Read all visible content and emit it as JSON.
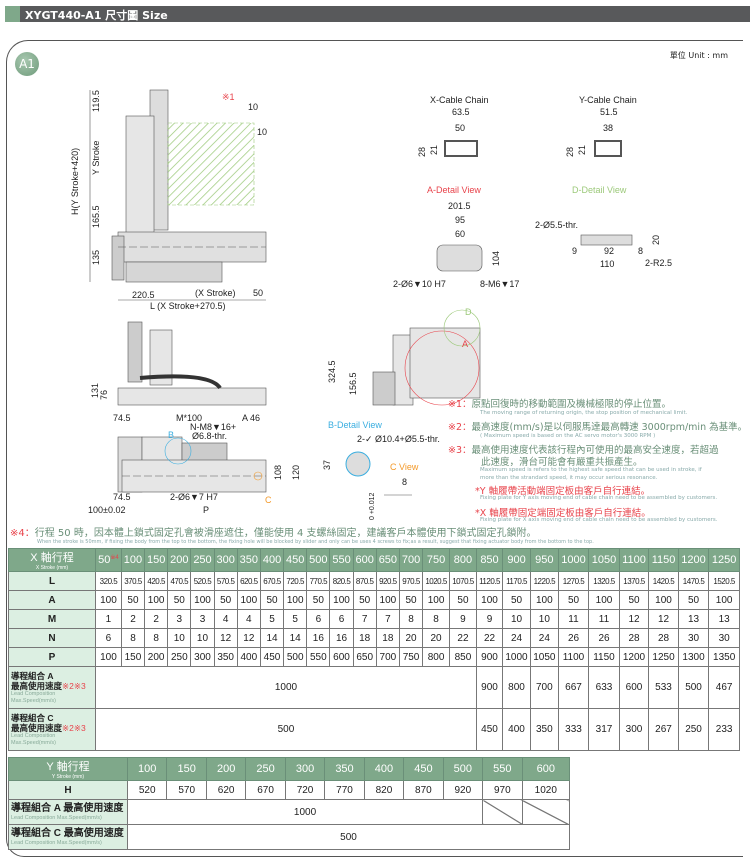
{
  "header": {
    "title": "XYGT440-A1 尺寸圖 Size"
  },
  "badge": "A1",
  "unit": "單位 Unit : mm",
  "colors": {
    "green": "#7fa88a",
    "light_green": "#dcefe2",
    "red": "#e8434b",
    "blue": "#3aaee0",
    "orange": "#f39a2b",
    "header": "#58595b"
  },
  "drawing_main": {
    "d119": "119.5",
    "ystroke": "Y Stroke",
    "d165": "165.5",
    "d135": "135",
    "h": "H(Y Stroke+420)",
    "mark1": "※1",
    "ten1": "10",
    "ten2": "10",
    "d220": "220.5",
    "xstroke": "(X Stroke)",
    "d50": "50",
    "l": "L (X Stroke+270.5)"
  },
  "x_chain": {
    "title": "X-Cable Chain",
    "w1": "63.5",
    "w2": "50",
    "h1": "28",
    "h2": "21"
  },
  "y_chain": {
    "title": "Y-Cable Chain",
    "w1": "51.5",
    "w2": "38",
    "h1": "28",
    "h2": "21"
  },
  "a_detail": {
    "title": "A-Detail View",
    "w1": "201.5",
    "w2": "95",
    "w3": "60",
    "h": "104",
    "hole1": "2-Ø6▼10 H7",
    "hole2": "8-M6▼17"
  },
  "d_detail": {
    "title": "D-Detail View",
    "hole": "2-Ø5.5-thr.",
    "h": "20",
    "a": "9",
    "b": "92",
    "c": "8",
    "w": "110",
    "r": "2-R2.5"
  },
  "side_view": {
    "d131": "131",
    "d76": "76"
  },
  "top_view": {
    "d745a": "74.5",
    "m100": "M*100",
    "a46": "A  46",
    "nm8": "N-M8▼16+",
    "thr": "Ø6.8-thr.",
    "b": "B",
    "d108": "108",
    "d120": "120",
    "d745b": "74.5",
    "hole": "2-Ø6▼7 H7",
    "c": "C",
    "d100": "100±0.02",
    "p": "P"
  },
  "right_view": {
    "d324": "324.5",
    "d156": "156.5",
    "a": "A",
    "d": "D"
  },
  "b_detail": {
    "title": "B-Detail View",
    "hole": "2-✓ Ø10.4+Ø5.5-thr.",
    "d37": "37"
  },
  "c_view": {
    "title": "C View",
    "d8": "8",
    "tol": "0 +0.012"
  },
  "notes": [
    {
      "mark": "※1：",
      "zh": "原點回復時的移動範圍及機械極限的停止位置。",
      "en": "The moving range of returning origin, the stop position of mechanical limit."
    },
    {
      "mark": "※2：",
      "zh": "最高速度(mm/s)是以伺服馬達最高轉速 3000rpm/min 為基準。",
      "en": "( Maximum speed is based on the AC servo motor's 3000 RPM )"
    },
    {
      "mark": "※3：",
      "zh": "最高使用速度代表該行程內可使用的最高安全速度，若超過",
      "zh2": "此速度，滑台可能會有嚴重共振產生。",
      "en": "Maximum speed is refers to the highest safe speed that can be used in stroke, if",
      "en2": "more than the strandard speed, it may occur serious resonance."
    },
    {
      "mark": "*",
      "zh": "Y 軸履帶活動端固定板由客戶自行連結。",
      "en": "Fixing plate for Y axis moving end of cable chain need to be assembled by customers."
    },
    {
      "mark": "*",
      "zh": "X 軸履帶固定端固定板由客戶自行連結。",
      "en": "Fixing plate for X axis moving end of cable chain need to be assembled by customers."
    }
  ],
  "note4": {
    "mark": "※4：",
    "zh": "行程 50 時，因本體上鎖式固定孔會被滑座遮住，僅能使用 4 支螺絲固定，建議客戶本體使用下鎖式固定孔鎖附。",
    "en": "When the stroke is 50mm, if fixing the body from the top to the bottom, the fixing hole will be blocked by slider and only can be uses 4 screws to fix;as a result, suggest that fixing actuator body from the bottom to the top."
  },
  "x_table": {
    "header": "X 軸行程",
    "header_sub": "X Stroke (mm)",
    "sup": "※4",
    "strokes": [
      "50",
      "100",
      "150",
      "200",
      "250",
      "300",
      "350",
      "400",
      "450",
      "500",
      "550",
      "600",
      "650",
      "700",
      "750",
      "800",
      "850",
      "900",
      "950",
      "1000",
      "1050",
      "1100",
      "1150",
      "1200",
      "1250"
    ],
    "rows": [
      {
        "label": "L",
        "values": [
          "320.5",
          "370.5",
          "420.5",
          "470.5",
          "520.5",
          "570.5",
          "620.5",
          "670.5",
          "720.5",
          "770.5",
          "820.5",
          "870.5",
          "920.5",
          "970.5",
          "1020.5",
          "1070.5",
          "1120.5",
          "1170.5",
          "1220.5",
          "1270.5",
          "1320.5",
          "1370.5",
          "1420.5",
          "1470.5",
          "1520.5"
        ]
      },
      {
        "label": "A",
        "values": [
          "100",
          "50",
          "100",
          "50",
          "100",
          "50",
          "100",
          "50",
          "100",
          "50",
          "100",
          "50",
          "100",
          "50",
          "100",
          "50",
          "100",
          "50",
          "100",
          "50",
          "100",
          "50",
          "100",
          "50",
          "100"
        ]
      },
      {
        "label": "M",
        "values": [
          "1",
          "2",
          "2",
          "3",
          "3",
          "4",
          "4",
          "5",
          "5",
          "6",
          "6",
          "7",
          "7",
          "8",
          "8",
          "9",
          "9",
          "10",
          "10",
          "11",
          "11",
          "12",
          "12",
          "13",
          "13"
        ]
      },
      {
        "label": "N",
        "values": [
          "6",
          "8",
          "8",
          "10",
          "10",
          "12",
          "12",
          "14",
          "14",
          "16",
          "16",
          "18",
          "18",
          "20",
          "20",
          "22",
          "22",
          "24",
          "24",
          "26",
          "26",
          "28",
          "28",
          "30",
          "30"
        ]
      },
      {
        "label": "P",
        "values": [
          "100",
          "150",
          "200",
          "250",
          "300",
          "350",
          "400",
          "450",
          "500",
          "550",
          "600",
          "650",
          "700",
          "750",
          "800",
          "850",
          "900",
          "1000",
          "1050",
          "1100",
          "1150",
          "1200",
          "1250",
          "1300",
          "1350"
        ]
      }
    ],
    "speed_rows": [
      {
        "label": "導程組合 A",
        "label2": "最高使用速度",
        "mark": "※2※3",
        "en": "Lead Composition",
        "en2": "Max.Speed(mm/s)",
        "merged": "1000",
        "values": [
          "900",
          "800",
          "700",
          "667",
          "633",
          "600",
          "533",
          "500",
          "467"
        ]
      },
      {
        "label": "導程組合 C",
        "label2": "最高使用速度",
        "mark": "※2※3",
        "en": "Lead Composition",
        "en2": "Max.Speed(mm/s)",
        "merged": "500",
        "values": [
          "450",
          "400",
          "350",
          "333",
          "317",
          "300",
          "267",
          "250",
          "233"
        ]
      }
    ]
  },
  "y_table": {
    "header": "Y 軸行程",
    "header_sub": "Y Stroke (mm)",
    "strokes": [
      "100",
      "150",
      "200",
      "250",
      "300",
      "350",
      "400",
      "450",
      "500",
      "550",
      "600"
    ],
    "h_label": "H",
    "h_values": [
      "520",
      "570",
      "620",
      "670",
      "720",
      "770",
      "820",
      "870",
      "920",
      "970",
      "1020"
    ],
    "speed_rows": [
      {
        "label": "導程組合 A 最高使用速度",
        "en": "Lead Composition Max.Speed(mm/s)",
        "merged": "1000",
        "na_count": 2
      },
      {
        "label": "導程組合 C 最高使用速度",
        "en": "Lead Composition Max.Speed(mm/s)",
        "merged": "500",
        "na_count": 0
      }
    ]
  }
}
